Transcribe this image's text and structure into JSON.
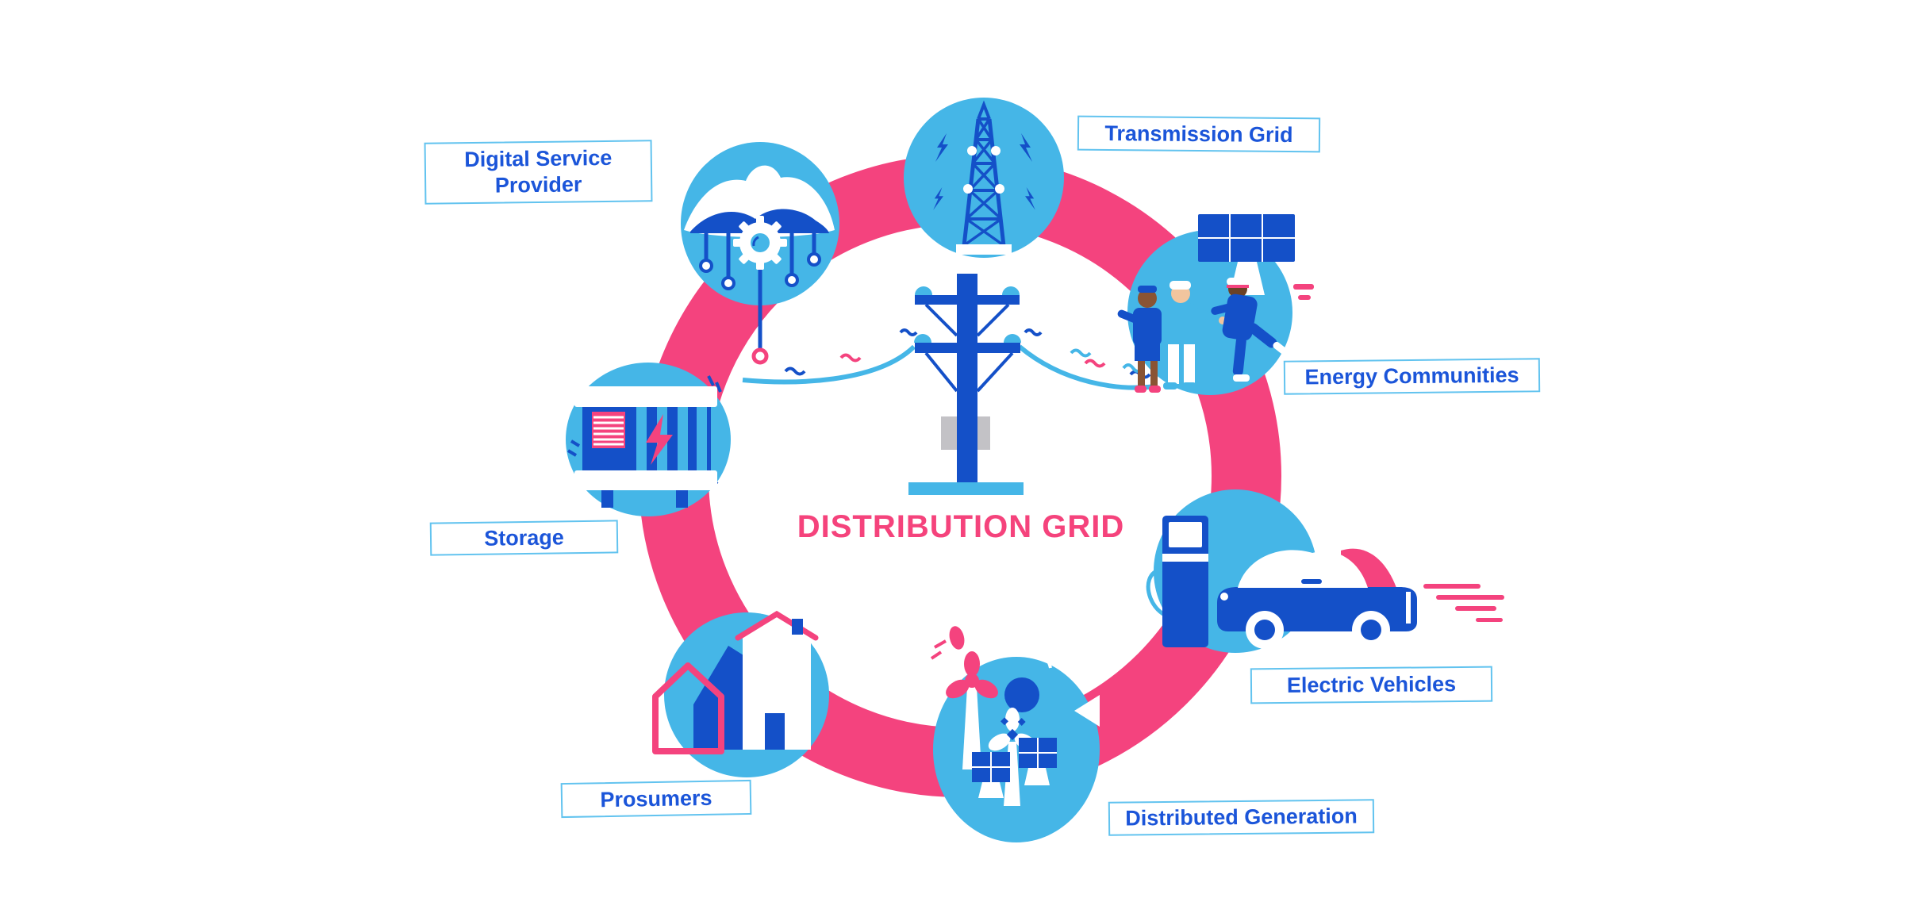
{
  "title": "DISTRIBUTION GRID",
  "nodes": [
    {
      "id": "transmission-grid",
      "label": "Transmission Grid",
      "icon": "transmission-tower-icon"
    },
    {
      "id": "energy-communities",
      "label": "Energy Communities",
      "icon": "people-solar-panel-icon"
    },
    {
      "id": "electric-vehicles",
      "label": "Electric Vehicles",
      "icon": "ev-charging-car-icon"
    },
    {
      "id": "distributed-generation",
      "label": "Distributed Generation",
      "icon": "wind-turbines-solar-panels-icon"
    },
    {
      "id": "prosumers",
      "label": "Prosumers",
      "icon": "houses-icon"
    },
    {
      "id": "storage",
      "label": "Storage",
      "icon": "battery-storage-container-icon"
    },
    {
      "id": "digital-service-provider",
      "label": "Digital Service Provider",
      "icon": "cloud-gear-network-icon"
    }
  ],
  "colors": {
    "ring_pink": "#F4437E",
    "sky_blue": "#45B6E7",
    "dark_blue": "#1450C8",
    "label_text_blue": "#1B55D9",
    "label_border_blue": "#62C3EF",
    "transformer_gray": "#C3C2C6",
    "title_pink": "#F5437C",
    "background": "#FFFFFF"
  }
}
